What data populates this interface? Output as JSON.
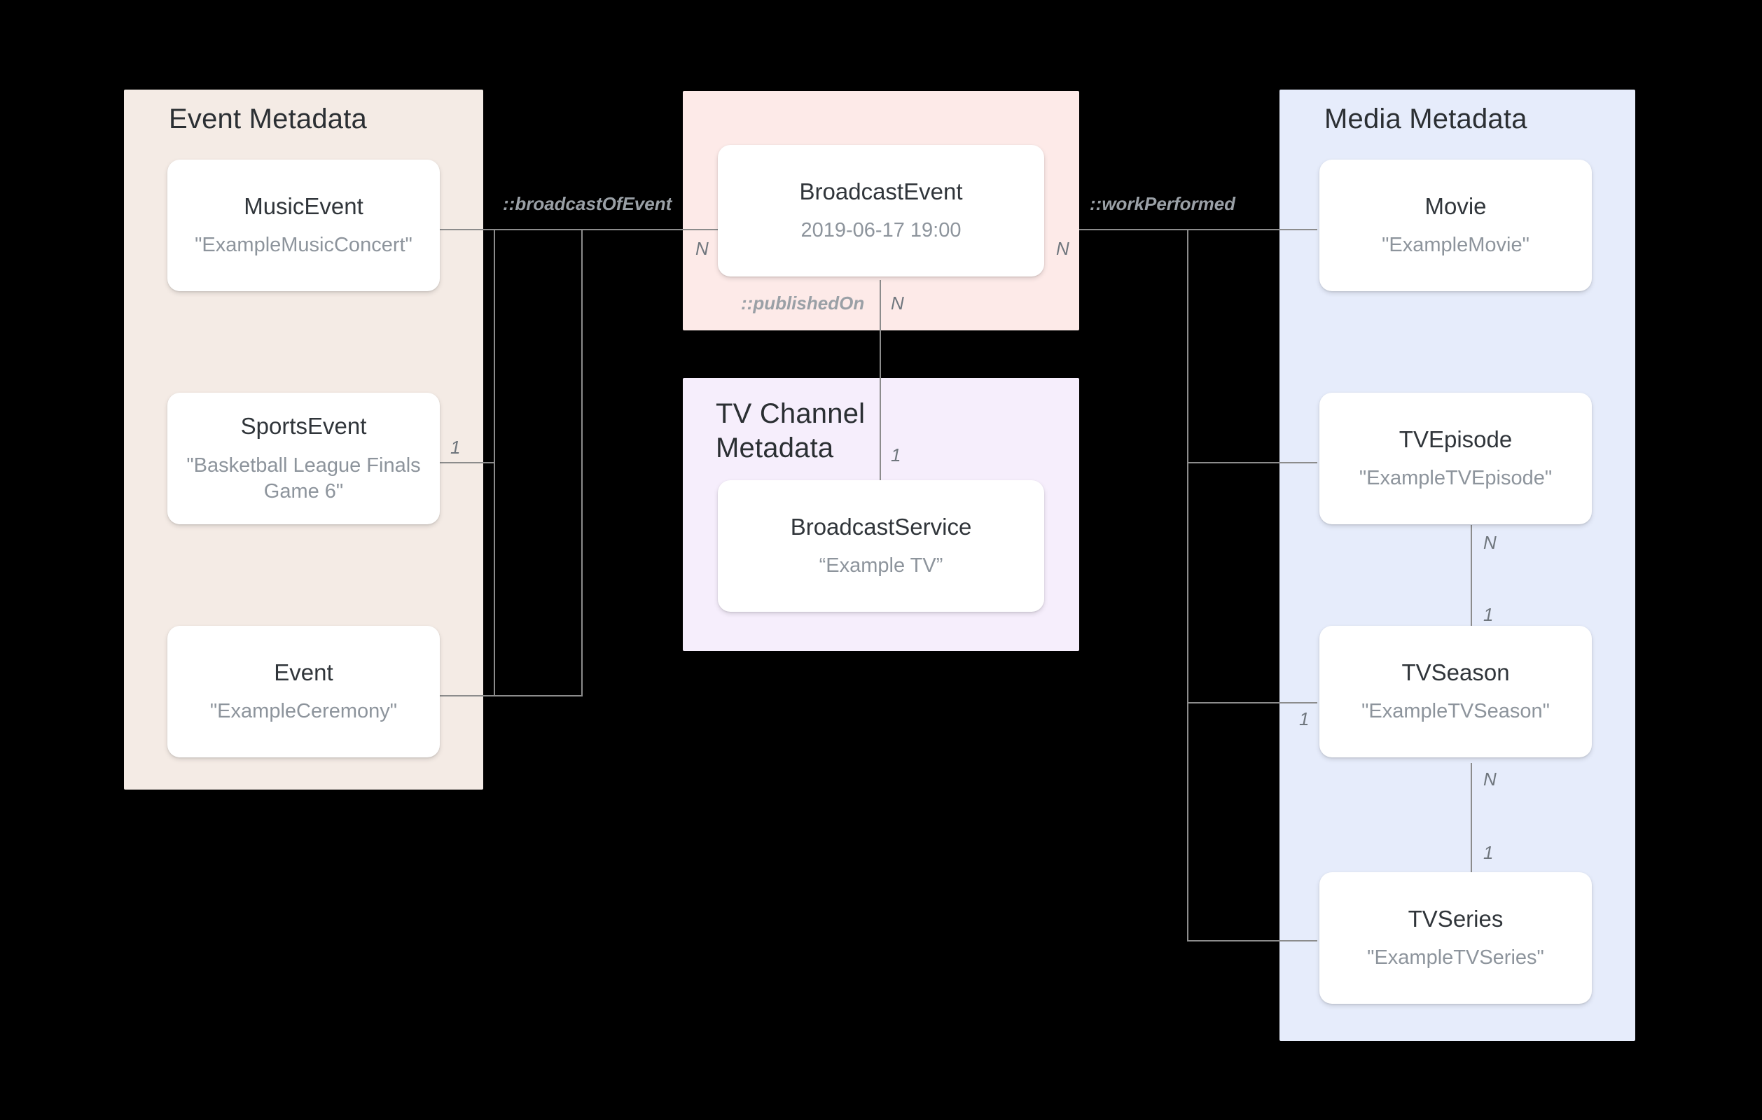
{
  "diagram": {
    "title": "Broadcast metadata entity relationship diagram",
    "background": "#000000",
    "groups": [
      {
        "id": "event-metadata",
        "label": "Event Metadata",
        "color": "#f4ebe5"
      },
      {
        "id": "broadcast-event",
        "label": "",
        "color": "#fdeae8"
      },
      {
        "id": "tv-channel-metadata",
        "label": "TV Channel\nMetadata",
        "color": "#f6eefc"
      },
      {
        "id": "media-metadata",
        "label": "Media Metadata",
        "color": "#e6ecfb"
      }
    ],
    "entities": [
      {
        "id": "music-event",
        "type": "MusicEvent",
        "value": "\"ExampleMusicConcert\""
      },
      {
        "id": "sports-event",
        "type": "SportsEvent",
        "value": "\"Basketball League Finals Game 6\""
      },
      {
        "id": "event",
        "type": "Event",
        "value": "\"ExampleCeremony\""
      },
      {
        "id": "broadcast-event",
        "type": "BroadcastEvent",
        "value": "2019-06-17 19:00"
      },
      {
        "id": "broadcast-service",
        "type": "BroadcastService",
        "value": "“Example TV”"
      },
      {
        "id": "movie",
        "type": "Movie",
        "value": "\"ExampleMovie\""
      },
      {
        "id": "tv-episode",
        "type": "TVEpisode",
        "value": "\"ExampleTVEpisode\""
      },
      {
        "id": "tv-season",
        "type": "TVSeason",
        "value": "\"ExampleTVSeason\""
      },
      {
        "id": "tv-series",
        "type": "TVSeries",
        "value": "\"ExampleTVSeries\""
      }
    ],
    "relations": [
      {
        "id": "broadcast-of-event",
        "label": "::broadcastOfEvent",
        "from": "broadcast-event",
        "to": "event-group",
        "from_cardinality": "N",
        "to_cardinality": "1"
      },
      {
        "id": "published-on",
        "label": "::publishedOn",
        "from": "broadcast-event",
        "to": "broadcast-service",
        "from_cardinality": "N",
        "to_cardinality": "1"
      },
      {
        "id": "work-performed",
        "label": "::workPerformed",
        "from": "broadcast-event",
        "to": "media-group",
        "from_cardinality": "N",
        "to_cardinality": "1"
      },
      {
        "id": "episode-season",
        "label": "",
        "from": "tv-episode",
        "to": "tv-season",
        "from_cardinality": "N",
        "to_cardinality": "1"
      },
      {
        "id": "season-series",
        "label": "",
        "from": "tv-season",
        "to": "tv-series",
        "from_cardinality": "N",
        "to_cardinality": "1"
      }
    ],
    "cardinality_markers": {
      "broadcast_of_event_n": "N",
      "broadcast_of_event_1": "1",
      "published_on_n": "N",
      "published_on_1": "1",
      "work_performed_n": "N",
      "work_performed_1": "1",
      "episode_season_n": "N",
      "episode_season_1": "1",
      "season_series_n": "N",
      "season_series_1": "1"
    },
    "colors": {
      "event_panel": "#f4ebe5",
      "broadcast_panel": "#fdeae8",
      "tvchannel_panel": "#f6eefc",
      "media_panel": "#e6ecfb",
      "card": "#ffffff",
      "edge": "#8c8c8c",
      "type_text": "#30353a",
      "value_text": "#8d949c",
      "label_text": "#9aa0a6"
    }
  }
}
